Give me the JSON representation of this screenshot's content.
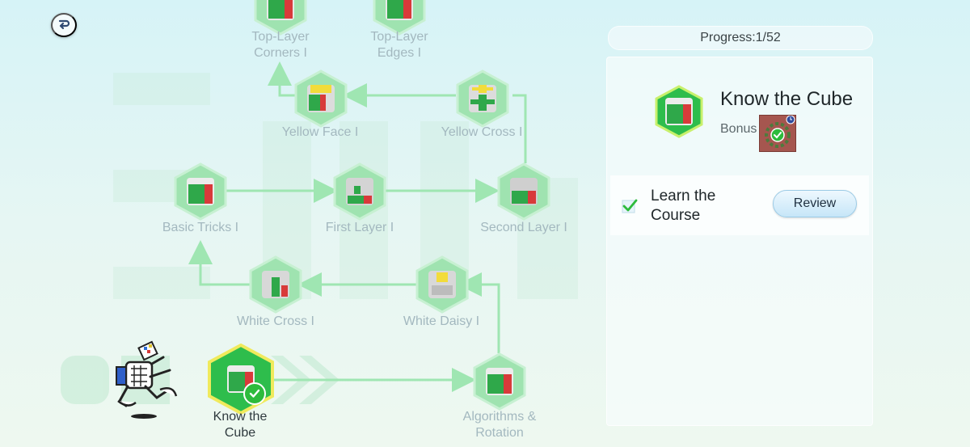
{
  "progress": {
    "label": "Progress:",
    "value": "1/52"
  },
  "nodes": [
    {
      "id": "top-layer-corners",
      "label_lines": [
        "Top-Layer",
        "Corners I"
      ],
      "state": "locked"
    },
    {
      "id": "top-layer-edges",
      "label_lines": [
        "Top-Layer",
        "Edges I"
      ],
      "state": "locked"
    },
    {
      "id": "yellow-face",
      "label_lines": [
        "Yellow Face I"
      ],
      "state": "locked"
    },
    {
      "id": "yellow-cross",
      "label_lines": [
        "Yellow Cross I"
      ],
      "state": "locked"
    },
    {
      "id": "basic-tricks",
      "label_lines": [
        "Basic Tricks I"
      ],
      "state": "locked"
    },
    {
      "id": "first-layer",
      "label_lines": [
        "First Layer I"
      ],
      "state": "locked"
    },
    {
      "id": "second-layer",
      "label_lines": [
        "Second Layer I"
      ],
      "state": "locked"
    },
    {
      "id": "white-cross",
      "label_lines": [
        "White Cross I"
      ],
      "state": "locked"
    },
    {
      "id": "white-daisy",
      "label_lines": [
        "White Daisy I"
      ],
      "state": "locked"
    },
    {
      "id": "know-the-cube",
      "label_lines": [
        "Know the",
        "Cube"
      ],
      "state": "completed"
    },
    {
      "id": "algorithms-rotation",
      "label_lines": [
        "Algorithms &",
        "Rotation"
      ],
      "state": "locked"
    }
  ],
  "detail": {
    "title": "Know the Cube",
    "bonus_label": "Bonus",
    "tasks": [
      {
        "label": "Learn the Course",
        "done": true,
        "action_label": "Review"
      }
    ]
  },
  "colors": {
    "hex_green": "#7ee09a",
    "hex_active": "#2ebd4c",
    "active_ring": "#f0ea5c",
    "connector": "#9fe6b2",
    "check": "#2dbb3c"
  },
  "icons": {
    "back": "back-arrow-icon",
    "check": "checkmark-icon",
    "clock": "clock-icon"
  }
}
